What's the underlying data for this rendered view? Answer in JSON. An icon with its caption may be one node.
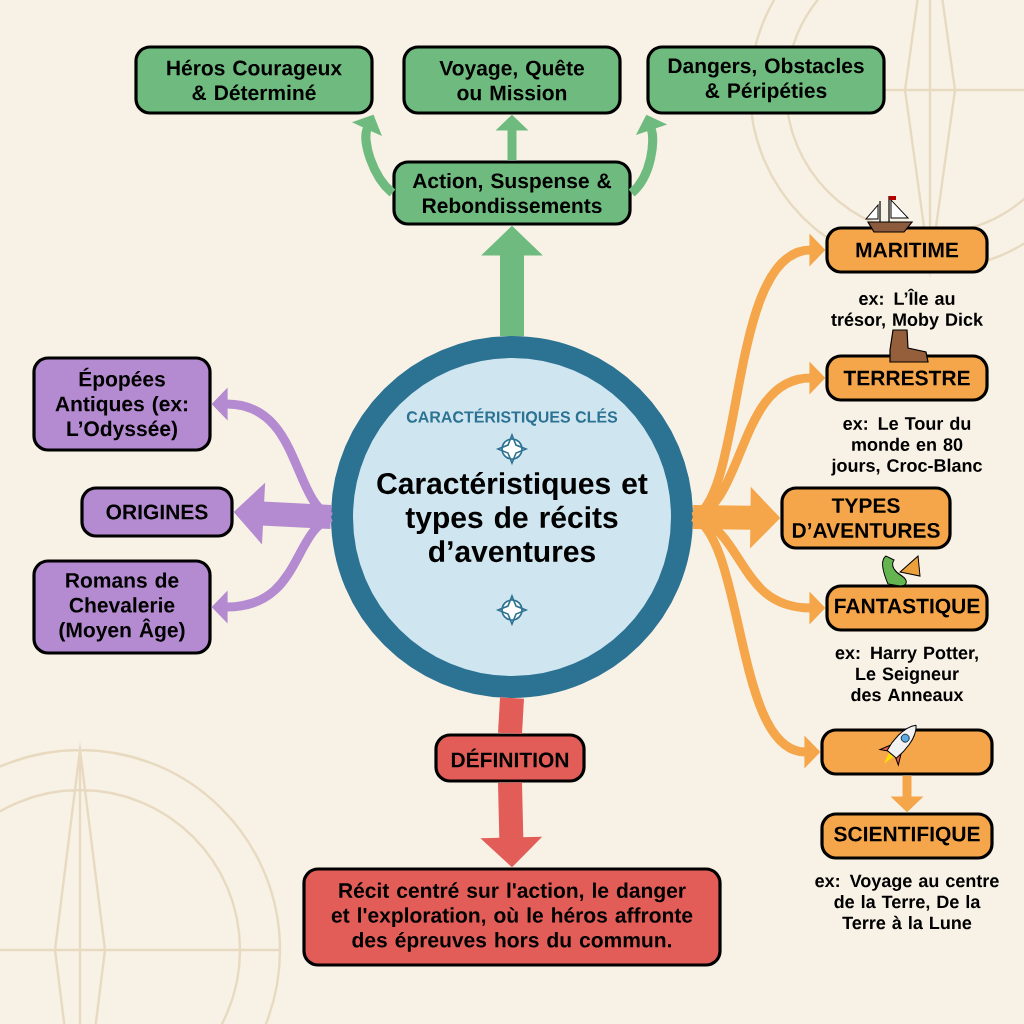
{
  "diagram": {
    "nodes": [
      {
        "text": [
          "CARACTÉRISTIQUES CLÉS",
          "Caractéristiques et types de récits d’aventures"
        ]
      },
      {
        "text": [
          "Action, Suspense & Rebondissements"
        ]
      },
      {
        "text": [
          "Héros Courageux & Déterminé"
        ]
      },
      {
        "text": [
          "Voyage, Quête ou Mission"
        ]
      },
      {
        "text": [
          "Dangers, Obstacles & Péripéties"
        ]
      },
      {
        "text": [
          "ORIGINES"
        ]
      },
      {
        "text": [
          "Épopées Antiques (ex: L’Odyssée)"
        ]
      },
      {
        "text": [
          "Romans de Chevalerie (Moyen Âge)"
        ]
      },
      {
        "text": [
          "TYPES D’AVENTURES"
        ]
      },
      {
        "text": [
          "MARITIME"
        ],
        "beside": [
          "ex: L’Île au trésor, Moby Dick"
        ]
      },
      {
        "text": [
          "TERRESTRE"
        ],
        "beside": [
          "ex: Le Tour du monde en 80 jours, Croc-Blanc"
        ]
      },
      {
        "text": [
          "FANTASTIQUE"
        ],
        "beside": [
          "ex: Harry Potter, Le Seigneur des Anneaux"
        ]
      },
      {
        "text": [],
        "shape": "box"
      },
      {
        "text": [
          "SCIENTIFIQUE"
        ],
        "beside": [
          "ex: Voyage au centre de la Terre, De la Terre à la Lune"
        ]
      },
      {
        "text": [
          "DÉFINITION"
        ]
      },
      {
        "text": [
          "Récit centré sur l'action, le danger et l'exploration, où le héros affronte des épreuves hors du commun."
        ]
      }
    ],
    "edges": [
      {
        "from": 0,
        "to": 1,
        "arrow": "to",
        "style": "thick",
        "color": "#6fbb7f"
      },
      {
        "from": 1,
        "to": 2,
        "arrow": "to",
        "color": "#6fbb7f"
      },
      {
        "from": 1,
        "to": 3,
        "arrow": "to",
        "color": "#6fbb7f"
      },
      {
        "from": 1,
        "to": 4,
        "arrow": "to",
        "color": "#6fbb7f"
      },
      {
        "from": 0,
        "to": 5,
        "arrow": "to",
        "style": "thick",
        "color": "#b48ad0"
      },
      {
        "from": 0,
        "to": 6,
        "arrow": "to",
        "color": "#b48ad0"
      },
      {
        "from": 0,
        "to": 7,
        "arrow": "to",
        "color": "#b48ad0"
      },
      {
        "from": 0,
        "to": 8,
        "arrow": "to",
        "style": "thick"
      },
      {
        "from": 0,
        "to": 9,
        "arrow": "to"
      },
      {
        "from": 0,
        "to": 10,
        "arrow": "to"
      },
      {
        "from": 0,
        "to": 11,
        "arrow": "to"
      },
      {
        "from": 0,
        "to": 12,
        "arrow": "to"
      },
      {
        "from": 12,
        "to": 13,
        "arrow": "to"
      },
      {
        "from": 0,
        "to": 14,
        "arrow": "none",
        "style": "thick",
        "color": "#e35d58"
      },
      {
        "from": 14,
        "to": 15,
        "arrow": "to",
        "style": "thick",
        "color": "#e35d58"
      }
    ]
  }
}
